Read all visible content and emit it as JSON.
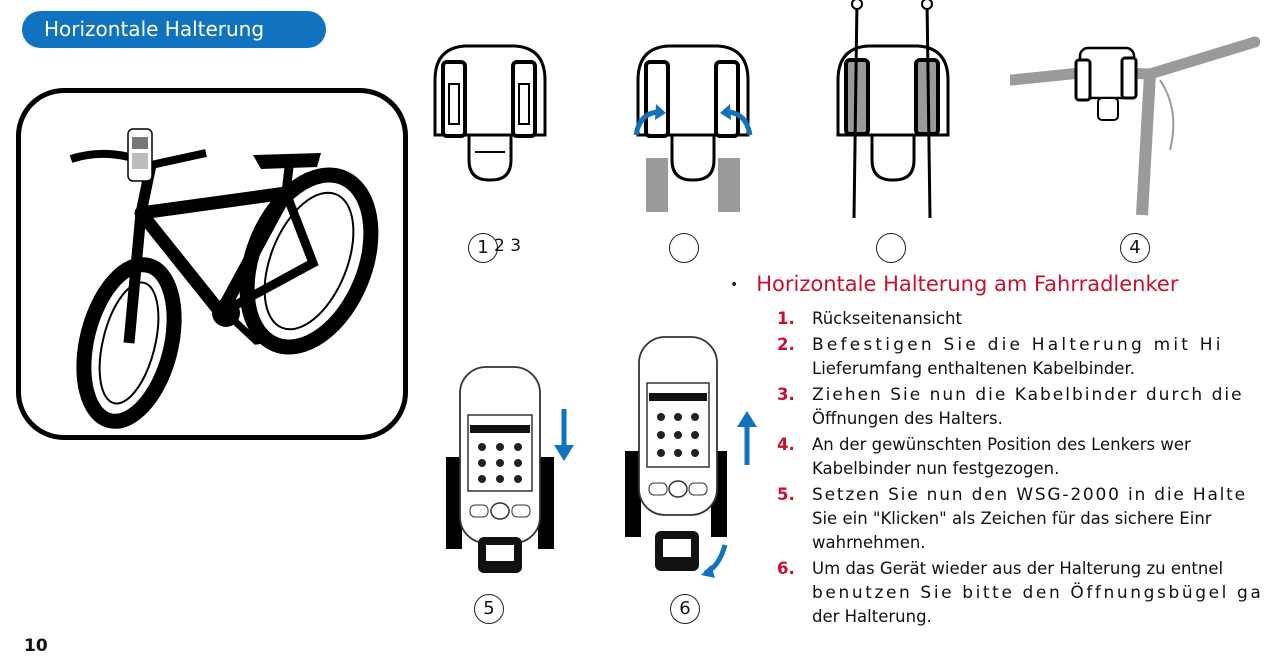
{
  "section_title": "Horizontale Halterung",
  "page_number": "10",
  "figure_labels": {
    "fig1": "1",
    "fig1_suffix": "2 3",
    "fig4": "4",
    "fig5": "5",
    "fig6": "6"
  },
  "instructions": {
    "heading": "Horizontale Halterung am Fahrradlenker",
    "steps": [
      {
        "num": "1.",
        "lines": [
          "Rückseitenansicht"
        ]
      },
      {
        "num": "2.",
        "lines": [
          "Befestigen Sie die Halterung mit Hi",
          "Lieferumfang enthaltenen Kabelbinder."
        ]
      },
      {
        "num": "3.",
        "lines": [
          "Ziehen Sie nun die Kabelbinder durch die",
          "Öffnungen des Halters."
        ]
      },
      {
        "num": "4.",
        "lines": [
          "An der gewünschten Position des Lenkers wer",
          "Kabelbinder nun festgezogen."
        ]
      },
      {
        "num": "5.",
        "lines": [
          "Setzen Sie nun den WSG-2000 in die Halte",
          "Sie ein \"Klicken\" als Zeichen für das sichere Einr",
          "wahrnehmen."
        ]
      },
      {
        "num": "6.",
        "lines": [
          "Um das Gerät wieder aus der Halterung zu entnel",
          "benutzen Sie bitte den Öffnungsbügel ga",
          "der Halterung."
        ]
      }
    ]
  },
  "colors": {
    "accent_blue": "#1173bf",
    "step_red": "#c8102e",
    "strap_gray": "#9a9a9a"
  }
}
